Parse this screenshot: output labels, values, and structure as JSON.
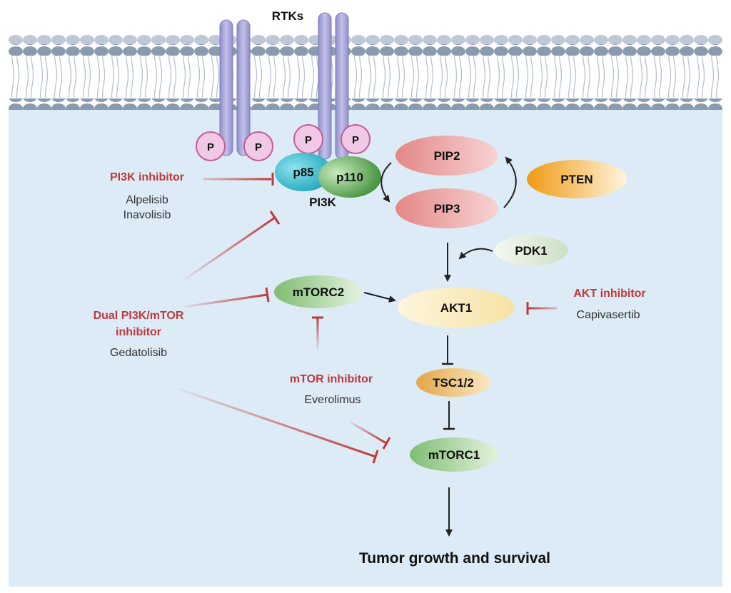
{
  "labels": {
    "rtks": "RTKs",
    "phospho": "P",
    "p85": "p85",
    "p110": "p110",
    "pi3k": "PI3K",
    "pip2": "PIP2",
    "pip3": "PIP3",
    "pten": "PTEN",
    "pdk1": "PDK1",
    "akt1": "AKT1",
    "mtorc2": "mTORC2",
    "tsc": "TSC1/2",
    "mtorc1": "mTORC1",
    "outcome": "Tumor growth and survival"
  },
  "inhibitors": {
    "pi3k": {
      "title": "PI3K inhibitor",
      "drugs": [
        "Alpelisib",
        "Inavolisib"
      ]
    },
    "dual": {
      "title_line1": "Dual PI3K/mTOR",
      "title_line2": "inhibitor",
      "drugs": [
        "Gedatolisib"
      ]
    },
    "mtor": {
      "title": "mTOR inhibitor",
      "drugs": [
        "Everolimus"
      ]
    },
    "akt": {
      "title": "AKT inhibitor",
      "drugs": [
        "Capivasertib"
      ]
    }
  },
  "colors": {
    "cytoplasm": "#dcebf6",
    "membrane_head": "#8a9bb0",
    "receptor": "#a9a8d6",
    "phospho_fill": "#f1c9e4",
    "p85": "#2bb5c9",
    "p110": "#4f9c44",
    "pip": "#ea9a9a",
    "pten": "#f0a11e",
    "pdk1": "#dbe6d3",
    "akt1": "#fbf0cf",
    "mtorc": "#9acc8d",
    "tsc": "#e8b866",
    "inhibitor_red": "#c0393b",
    "arrow_dark": "#222222"
  }
}
